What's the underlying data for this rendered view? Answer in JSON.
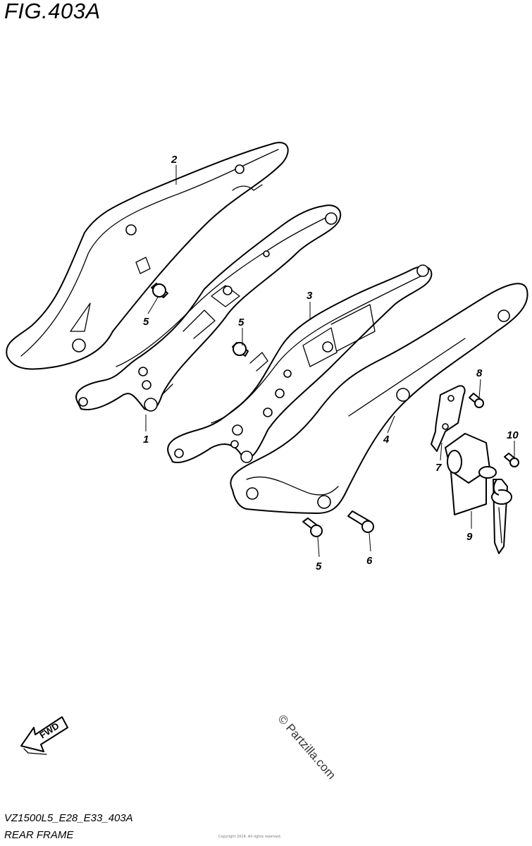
{
  "figure": {
    "title": "FIG.403A",
    "model_code": "VZ1500L5_E28_E33_403A",
    "section_name": "REAR FRAME"
  },
  "watermark": "© Partzilla.com",
  "fine_print": "Copyright 2014, All rights reserved.",
  "direction_arrow": {
    "label": "FWD",
    "icon": "fwd-arrow-icon"
  },
  "callouts": {
    "c1": "1",
    "c2": "2",
    "c3": "3",
    "c4": "4",
    "c5a": "5",
    "c5b": "5",
    "c5c": "5",
    "c6": "6",
    "c7": "7",
    "c8": "8",
    "c9": "9",
    "c10": "10"
  }
}
